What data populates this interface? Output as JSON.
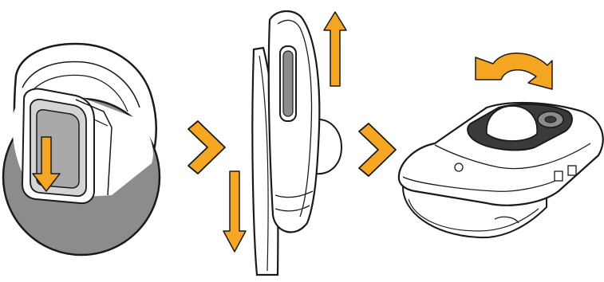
{
  "steps": [
    {
      "illustration": "press-release-latch",
      "arrow_direction": "down"
    },
    {
      "illustration": "slide-apart-housing",
      "arrow_directions": [
        "up",
        "down"
      ]
    },
    {
      "illustration": "flip-over-device",
      "arrow_direction": "curved-left"
    }
  ],
  "separators": [
    "chevron-right-icon",
    "chevron-right-icon"
  ],
  "colors": {
    "accent": "#f5a623",
    "outline": "#1a1a1a",
    "shade_dark": "#8c8c8c",
    "shade_light": "#d4d4d4",
    "body": "#ffffff"
  }
}
